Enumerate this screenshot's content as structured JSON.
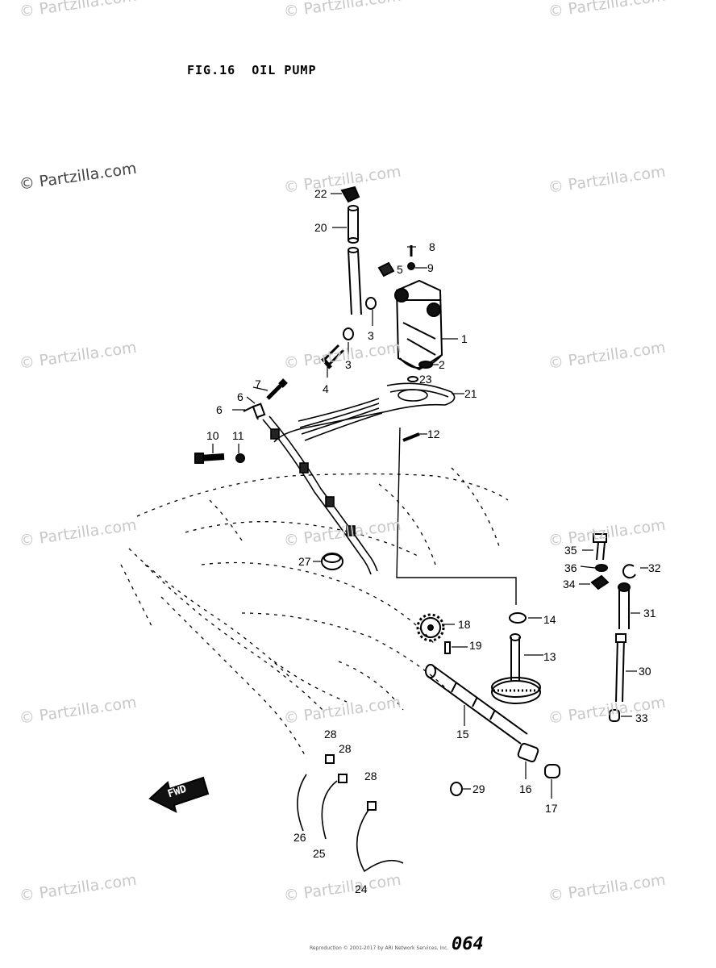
{
  "figure": {
    "title": "FIG.16  OIL PUMP",
    "page_number": "064",
    "fwd_label": "FWD"
  },
  "watermark": {
    "text": "© Partzilla.com"
  },
  "callouts": [
    "1",
    "2",
    "3",
    "3",
    "4",
    "5",
    "6",
    "6",
    "7",
    "8",
    "9",
    "10",
    "11",
    "12",
    "13",
    "14",
    "15",
    "16",
    "17",
    "18",
    "19",
    "20",
    "21",
    "22",
    "23",
    "24",
    "25",
    "26",
    "27",
    "28",
    "28",
    "28",
    "29",
    "30",
    "31",
    "32",
    "33",
    "34",
    "35",
    "36"
  ],
  "footer": {
    "copyright": "Reproduction © 2001-2017 by ARI Network Services, Inc."
  }
}
